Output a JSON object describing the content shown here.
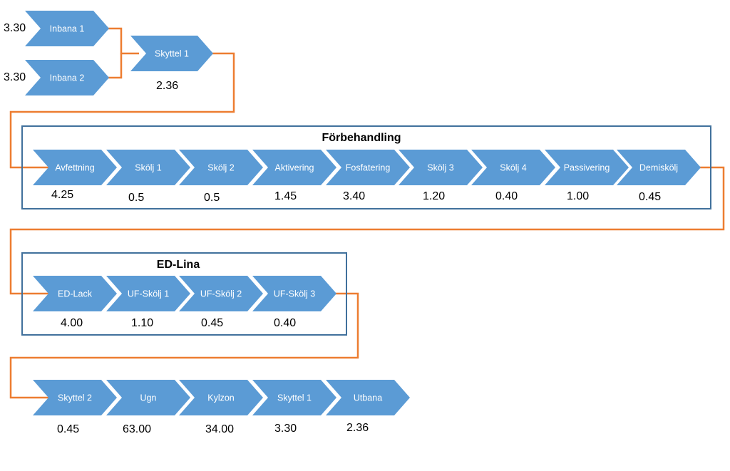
{
  "groups": {
    "forbehandling": {
      "title": "Förbehandling"
    },
    "edlina": {
      "title": "ED-Lina"
    }
  },
  "steps": {
    "inbana1": {
      "label": "Inbana 1",
      "value": "3.30"
    },
    "inbana2": {
      "label": "Inbana 2",
      "value": "3.30"
    },
    "skyttel1a": {
      "label": "Skyttel 1",
      "value": "2.36"
    },
    "avfettning": {
      "label": "Avfettning",
      "value": "4.25"
    },
    "skolj1": {
      "label": "Skölj 1",
      "value": "0.5"
    },
    "skolj2": {
      "label": "Skölj 2",
      "value": "0.5"
    },
    "aktivering": {
      "label": "Aktivering",
      "value": "1.45"
    },
    "fosfatering": {
      "label": "Fosfatering",
      "value": "3.40"
    },
    "skolj3": {
      "label": "Skölj 3",
      "value": "1.20"
    },
    "skolj4": {
      "label": "Skölj 4",
      "value": "0.40"
    },
    "passivering": {
      "label": "Passivering",
      "value": "1.00"
    },
    "demiskolj": {
      "label": "Demiskölj",
      "value": "0.45"
    },
    "edlack": {
      "label": "ED-Lack",
      "value": "4.00"
    },
    "ufskolj1": {
      "label": "UF-Skölj 1",
      "value": "1.10"
    },
    "ufskolj2": {
      "label": "UF-Skölj 2",
      "value": "0.45"
    },
    "ufskolj3": {
      "label": "UF-Skölj 3",
      "value": "0.40"
    },
    "skyttel2": {
      "label": "Skyttel 2",
      "value": "0.45"
    },
    "ugn": {
      "label": "Ugn",
      "value": "63.00"
    },
    "kylzon": {
      "label": "Kylzon",
      "value": "34.00"
    },
    "skyttel1b": {
      "label": "Skyttel 1",
      "value": "3.30"
    },
    "utbana": {
      "label": "Utbana",
      "value": "2.36"
    }
  },
  "colors": {
    "chevron": "#5b9bd5",
    "connector": "#ed7d31",
    "group_border": "#41719c"
  }
}
